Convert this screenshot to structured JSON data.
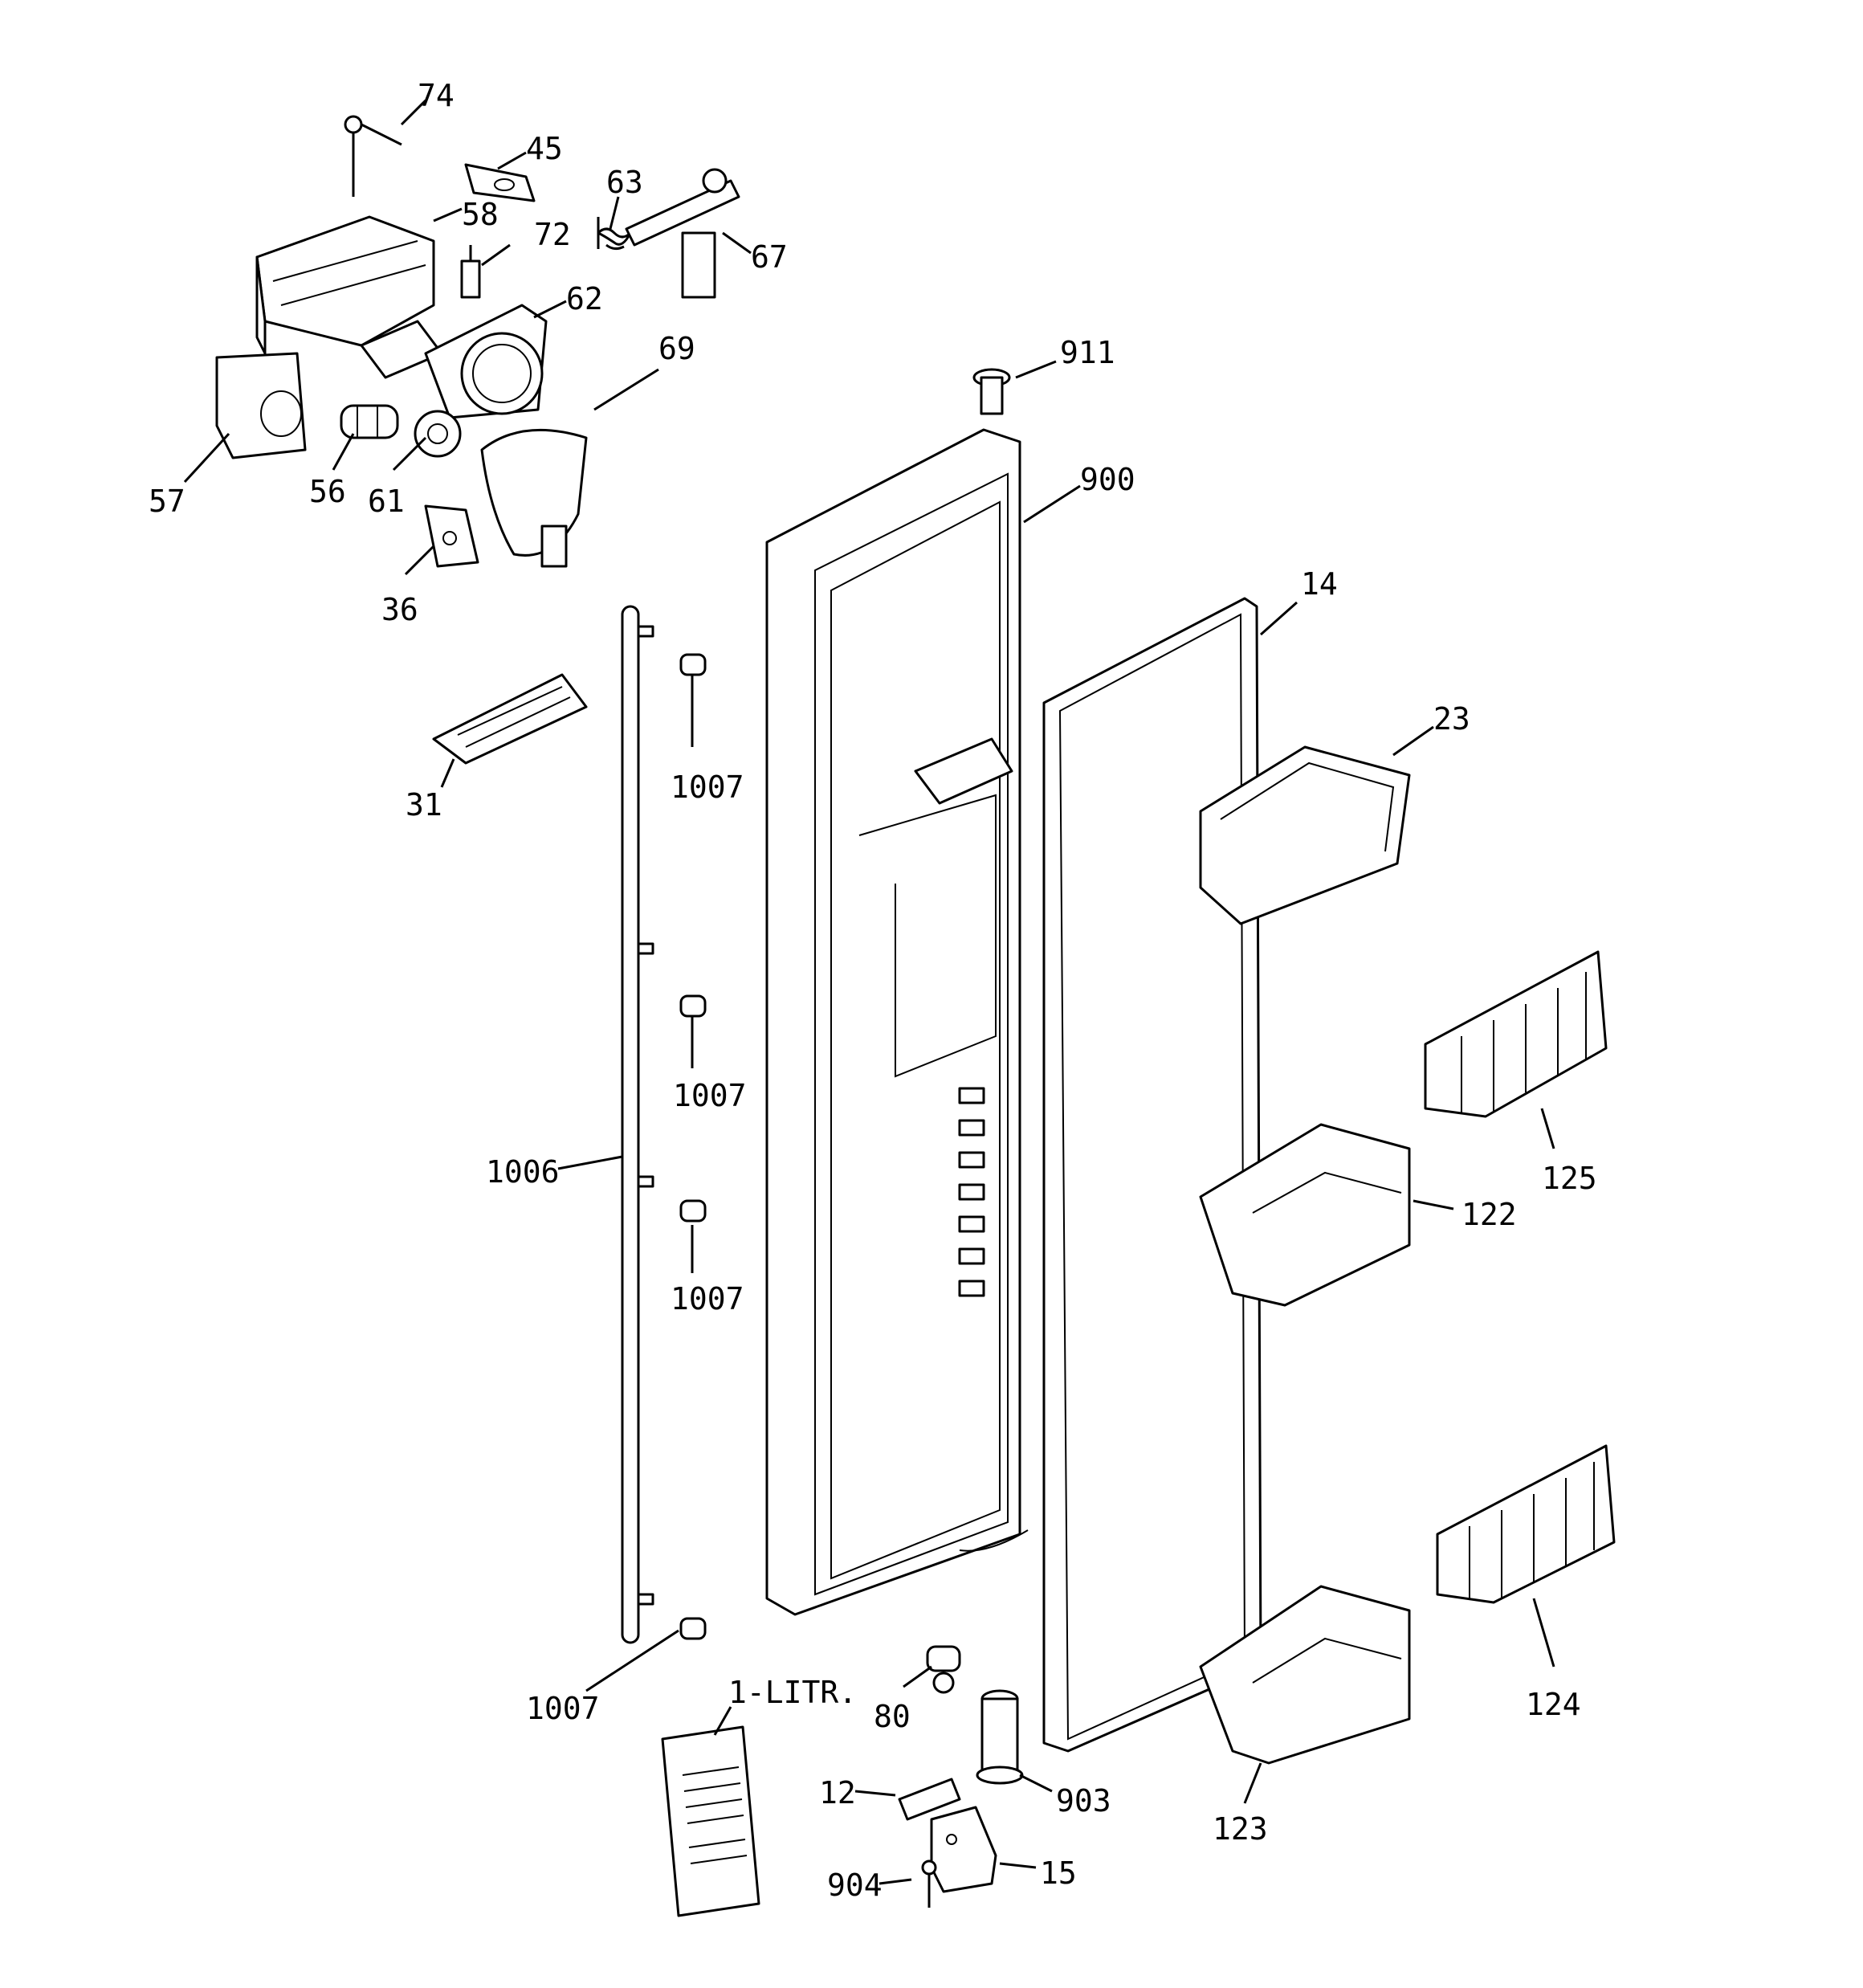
{
  "callouts": [
    {
      "id": "74",
      "text": "74"
    },
    {
      "id": "45",
      "text": "45"
    },
    {
      "id": "63",
      "text": "63"
    },
    {
      "id": "58",
      "text": "58"
    },
    {
      "id": "72",
      "text": "72"
    },
    {
      "id": "67",
      "text": "67"
    },
    {
      "id": "62",
      "text": "62"
    },
    {
      "id": "69",
      "text": "69"
    },
    {
      "id": "911",
      "text": "911"
    },
    {
      "id": "57",
      "text": "57"
    },
    {
      "id": "56",
      "text": "56"
    },
    {
      "id": "61",
      "text": "61"
    },
    {
      "id": "900",
      "text": "900"
    },
    {
      "id": "36",
      "text": "36"
    },
    {
      "id": "14",
      "text": "14"
    },
    {
      "id": "23",
      "text": "23"
    },
    {
      "id": "31",
      "text": "31"
    },
    {
      "id": "1007a",
      "text": "1007"
    },
    {
      "id": "1007b",
      "text": "1007"
    },
    {
      "id": "125",
      "text": "125"
    },
    {
      "id": "1006",
      "text": "1006"
    },
    {
      "id": "122",
      "text": "122"
    },
    {
      "id": "1007c",
      "text": "1007"
    },
    {
      "id": "1007d",
      "text": "1007"
    },
    {
      "id": "1-litr",
      "text": "1-LITR."
    },
    {
      "id": "124",
      "text": "124"
    },
    {
      "id": "80",
      "text": "80"
    },
    {
      "id": "12",
      "text": "12"
    },
    {
      "id": "903",
      "text": "903"
    },
    {
      "id": "123",
      "text": "123"
    },
    {
      "id": "904",
      "text": "904"
    },
    {
      "id": "15",
      "text": "15"
    }
  ]
}
